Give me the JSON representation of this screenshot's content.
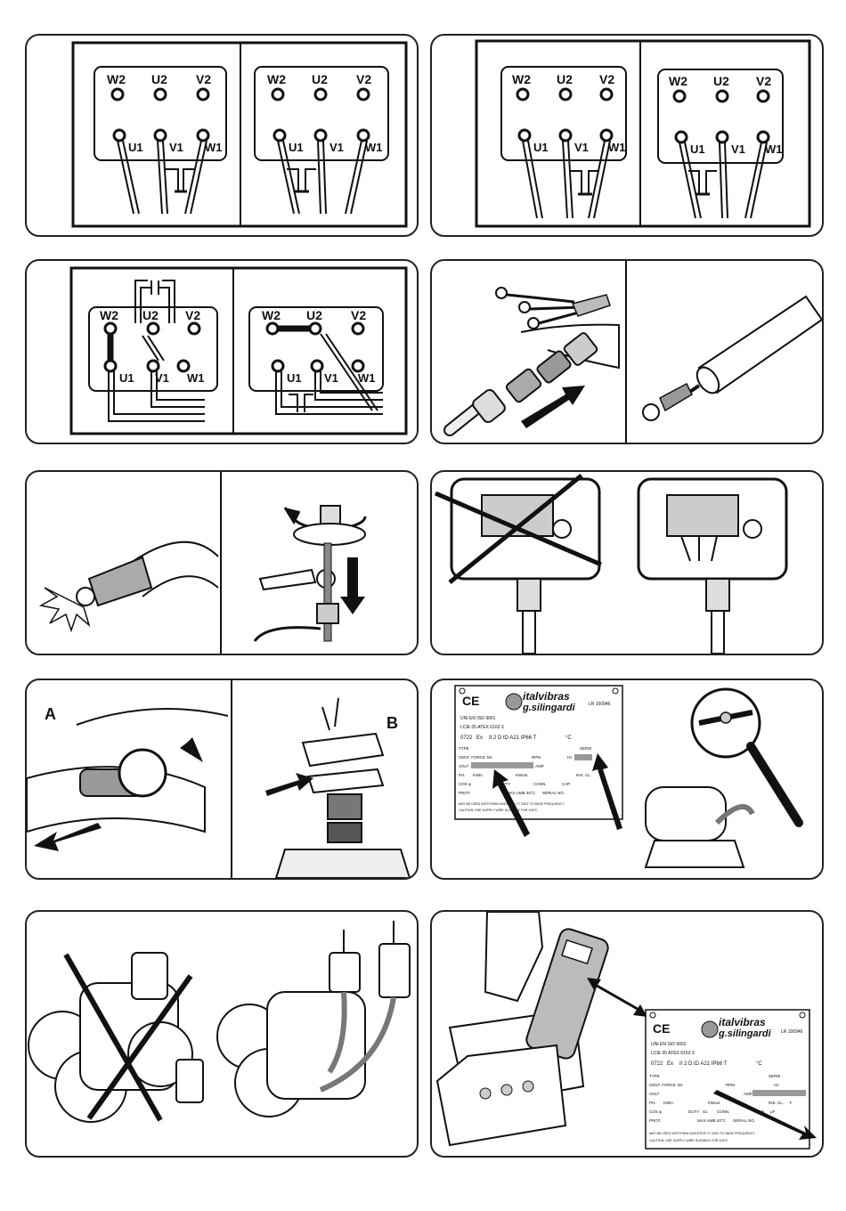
{
  "terminal": {
    "w2": "W2",
    "u2": "U2",
    "v2": "V2",
    "u1": "U1",
    "v1": "V1",
    "w1": "W1"
  },
  "step_letters": {
    "a": "A",
    "b": "B"
  },
  "plate": {
    "brand_top": "italvibras",
    "brand_bottom": "g.silingardi",
    "ce": "CE",
    "iso": "UNI EN ISO 9001",
    "atex": "LCIE 05 ATEX 6163 X",
    "ex_code": "0722",
    "ex_mark": "Ex",
    "ex_rest": "II 2 D  tD A21 IP66 T",
    "deg_c": "°C",
    "lr": "LR 100946",
    "fields": {
      "type": "TYPE",
      "serie": "SERIE",
      "cent_force": "CENT. FORCE",
      "kn": "kN",
      "rpm": "RPM",
      "hz": "Hz",
      "volt": "VOLT",
      "amp": "AMP",
      "ph": "PH.",
      "kw_in": "KWin",
      "kw_out": "KWout",
      "ins_cl": "INS. CL.",
      "ins_cl_value": "F",
      "cos": "COS φ",
      "duty": "DUTY",
      "duty_value": "S1",
      "conn": "CONN.",
      "cap": "CAP.",
      "uf": "μF",
      "prot": "PROT.",
      "max_amb": "MAX AMB.",
      "max_amb_value": "40°C",
      "serial": "SERIAL NO."
    },
    "warning_1": "MAY BE USED WITH PWM INVERTER CT 20KZ TO BASE FREQUENCY",
    "warning_2": "CAUTION: USE SUPPLY WIRE SUITABLE FOR 105°C"
  }
}
